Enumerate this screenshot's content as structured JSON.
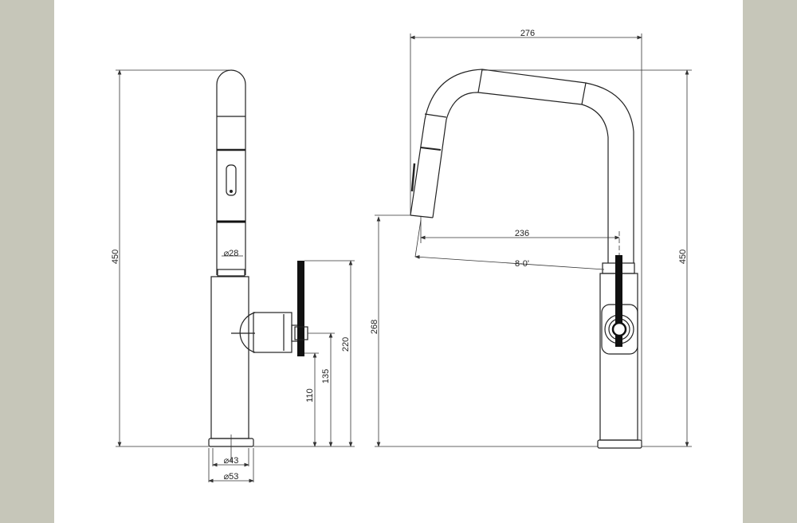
{
  "colors": {
    "frame": "#c6c6b9",
    "line": "#222222",
    "background": "#ffffff"
  },
  "front_view": {
    "height_total": "450",
    "spout_diameter": "⌀28",
    "handle_height": "220",
    "handle_axis_height": "135",
    "handle_bottom_height": "110",
    "base_inner_diameter": "⌀43",
    "base_outer_diameter": "⌀53"
  },
  "side_view": {
    "width_total": "276",
    "height_total": "450",
    "outlet_height": "268",
    "reach": "236",
    "swivel_angle": "8·0'"
  }
}
